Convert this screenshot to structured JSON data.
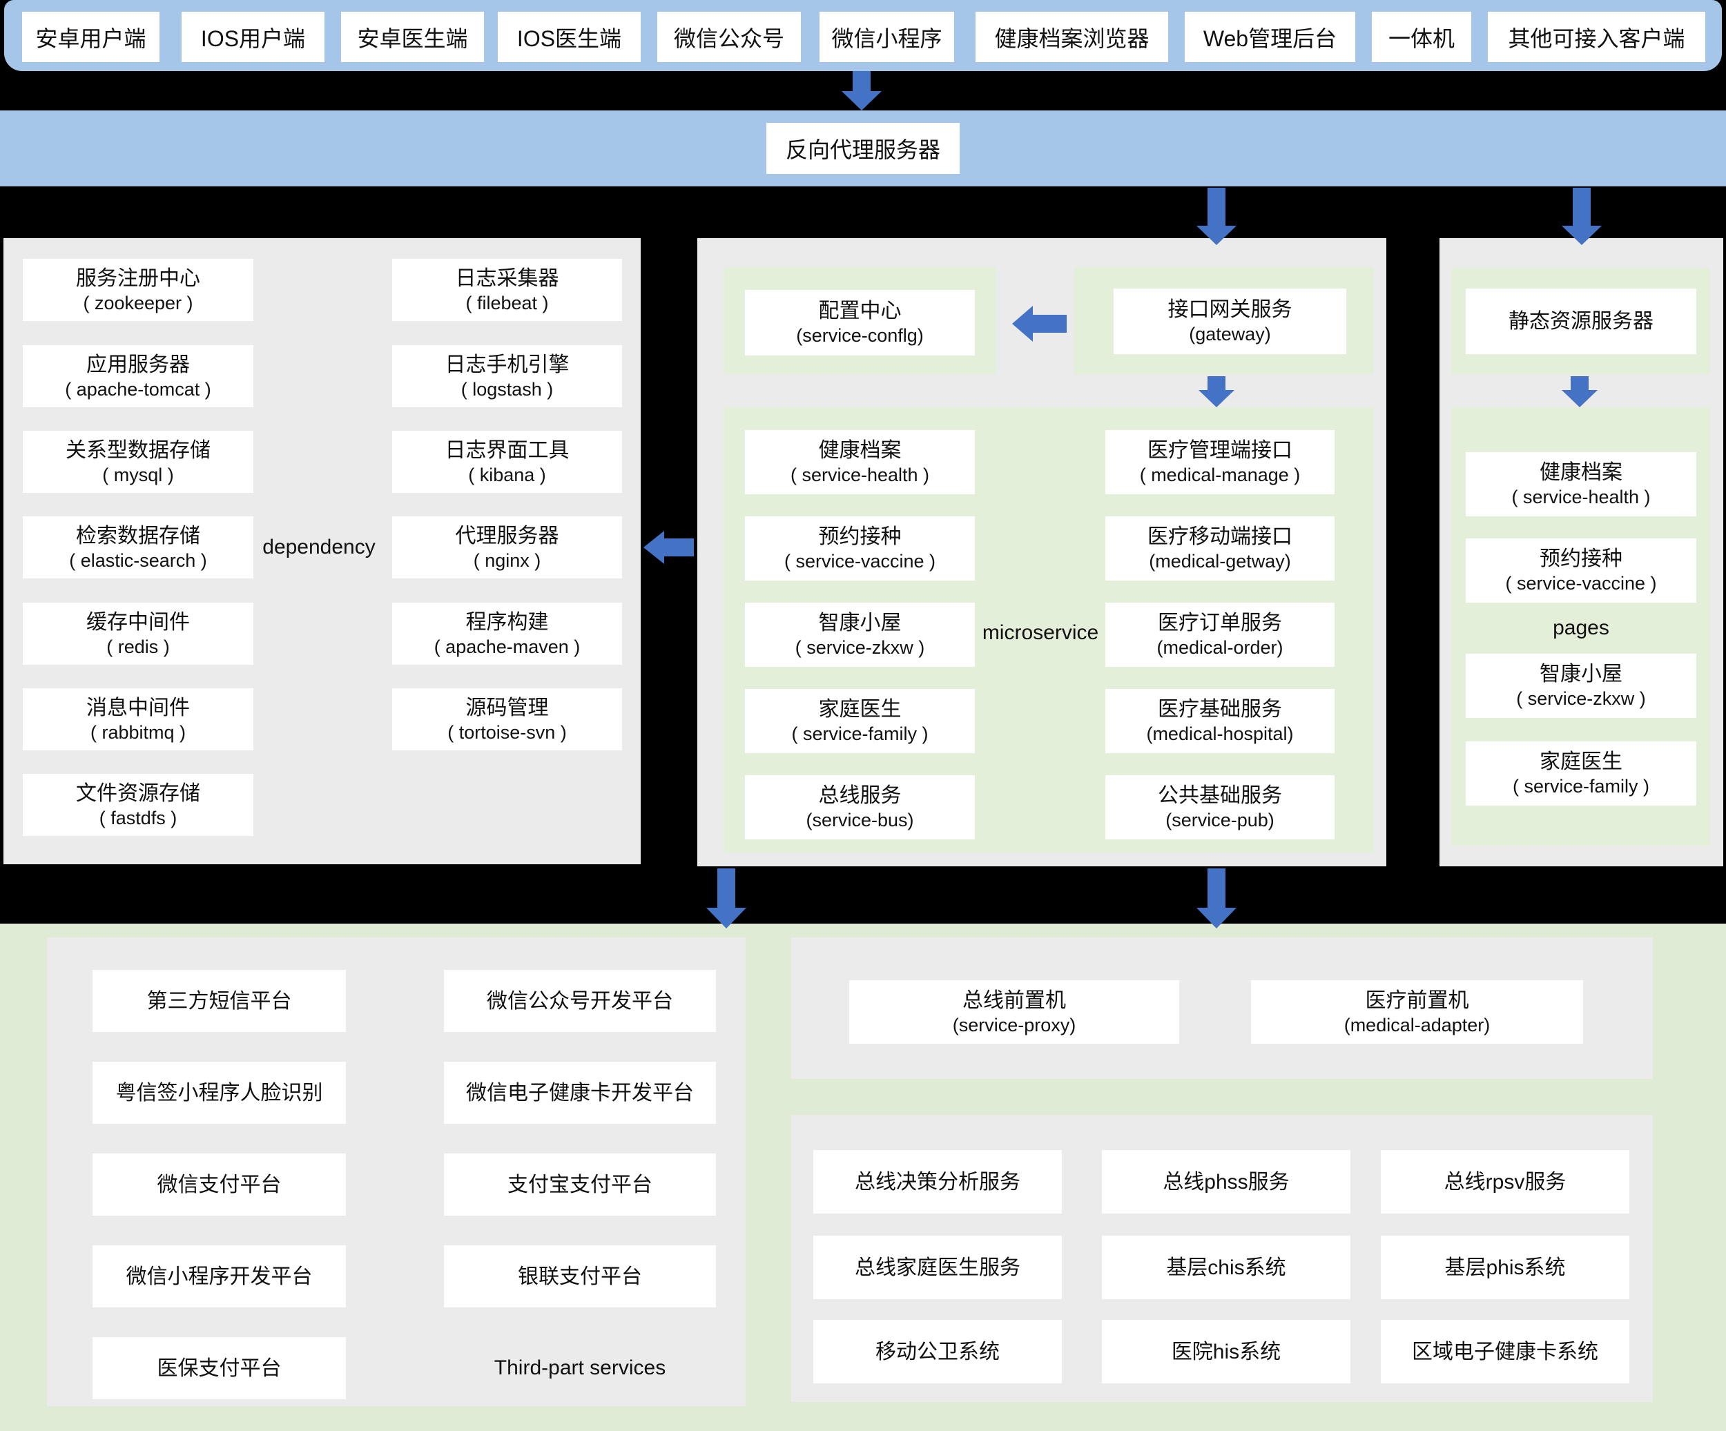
{
  "colors": {
    "banner_blue": "#a5c6e9",
    "arrow_blue": "#4472c4",
    "panel_gray": "#ebebeb",
    "panel_green": "#e3efd9",
    "page_green": "#e0ebd5",
    "background_black": "#000000",
    "box_white": "#ffffff"
  },
  "clients": [
    "安卓用户端",
    "IOS用户端",
    "安卓医生端",
    "IOS医生端",
    "微信公众号",
    "微信小程序",
    "健康档案浏览器",
    "Web管理后台",
    "一体机",
    "其他可接入客户端"
  ],
  "proxy_bar": {
    "label": "反向代理服务器"
  },
  "dependency": {
    "label": "dependency",
    "col1": [
      {
        "zh": "服务注册中心",
        "en": "( zookeeper )"
      },
      {
        "zh": "应用服务器",
        "en": "( apache-tomcat )"
      },
      {
        "zh": "关系型数据存储",
        "en": "( mysql )"
      },
      {
        "zh": "检索数据存储",
        "en": "( elastic-search )"
      },
      {
        "zh": "缓存中间件",
        "en": "( redis )"
      },
      {
        "zh": "消息中间件",
        "en": "( rabbitmq )"
      },
      {
        "zh": "文件资源存储",
        "en": "( fastdfs )"
      }
    ],
    "col2": [
      {
        "zh": "日志采集器",
        "en": "( filebeat )"
      },
      {
        "zh": "日志手机引擎",
        "en": "( logstash )"
      },
      {
        "zh": "日志界面工具",
        "en": "( kibana )"
      },
      {
        "zh": "代理服务器",
        "en": "( nginx )"
      },
      {
        "zh": "程序构建",
        "en": "( apache-maven )"
      },
      {
        "zh": "源码管理",
        "en": "( tortoise-svn )"
      }
    ]
  },
  "gateway_row": {
    "config": {
      "zh": "配置中心",
      "en": "(service-conflg)"
    },
    "gateway": {
      "zh": "接口网关服务",
      "en": "(gateway)"
    }
  },
  "microservice": {
    "label": "microservice",
    "col1": [
      {
        "zh": "健康档案",
        "en": "( service-health )"
      },
      {
        "zh": "预约接种",
        "en": "( service-vaccine )"
      },
      {
        "zh": "智康小屋",
        "en": "( service-zkxw )"
      },
      {
        "zh": "家庭医生",
        "en": "( service-family )"
      },
      {
        "zh": "总线服务",
        "en": "(service-bus)"
      }
    ],
    "col2": [
      {
        "zh": "医疗管理端接口",
        "en": "( medical-manage )"
      },
      {
        "zh": "医疗移动端接口",
        "en": "(medical-getway)"
      },
      {
        "zh": "医疗订单服务",
        "en": "(medical-order)"
      },
      {
        "zh": "医疗基础服务",
        "en": "(medical-hospital)"
      },
      {
        "zh": "公共基础服务",
        "en": "(service-pub)"
      }
    ]
  },
  "static_pages": {
    "server": "静态资源服务器",
    "label": "pages",
    "items": [
      {
        "zh": "健康档案",
        "en": "( service-health )"
      },
      {
        "zh": "预约接种",
        "en": "( service-vaccine )"
      },
      {
        "zh": "智康小屋",
        "en": "( service-zkxw )"
      },
      {
        "zh": "家庭医生",
        "en": "( service-family )"
      }
    ]
  },
  "third_party": {
    "label": "Third-part services",
    "col1": [
      "第三方短信平台",
      "粤信签小程序人脸识别",
      "微信支付平台",
      "微信小程序开发平台",
      "医保支付平台"
    ],
    "col2": [
      "微信公众号开发平台",
      "微信电子健康卡开发平台",
      "支付宝支付平台",
      "银联支付平台"
    ]
  },
  "bus": {
    "proxy": {
      "zh": "总线前置机",
      "en": "(service-proxy)"
    },
    "adapter": {
      "zh": "医疗前置机",
      "en": "(medical-adapter)"
    },
    "grid": [
      [
        "总线决策分析服务",
        "总线phss服务",
        "总线rpsv服务"
      ],
      [
        "总线家庭医生服务",
        "基层chis系统",
        "基层phis系统"
      ],
      [
        "移动公卫系统",
        "医院his系统",
        "区域电子健康卡系统"
      ]
    ]
  }
}
